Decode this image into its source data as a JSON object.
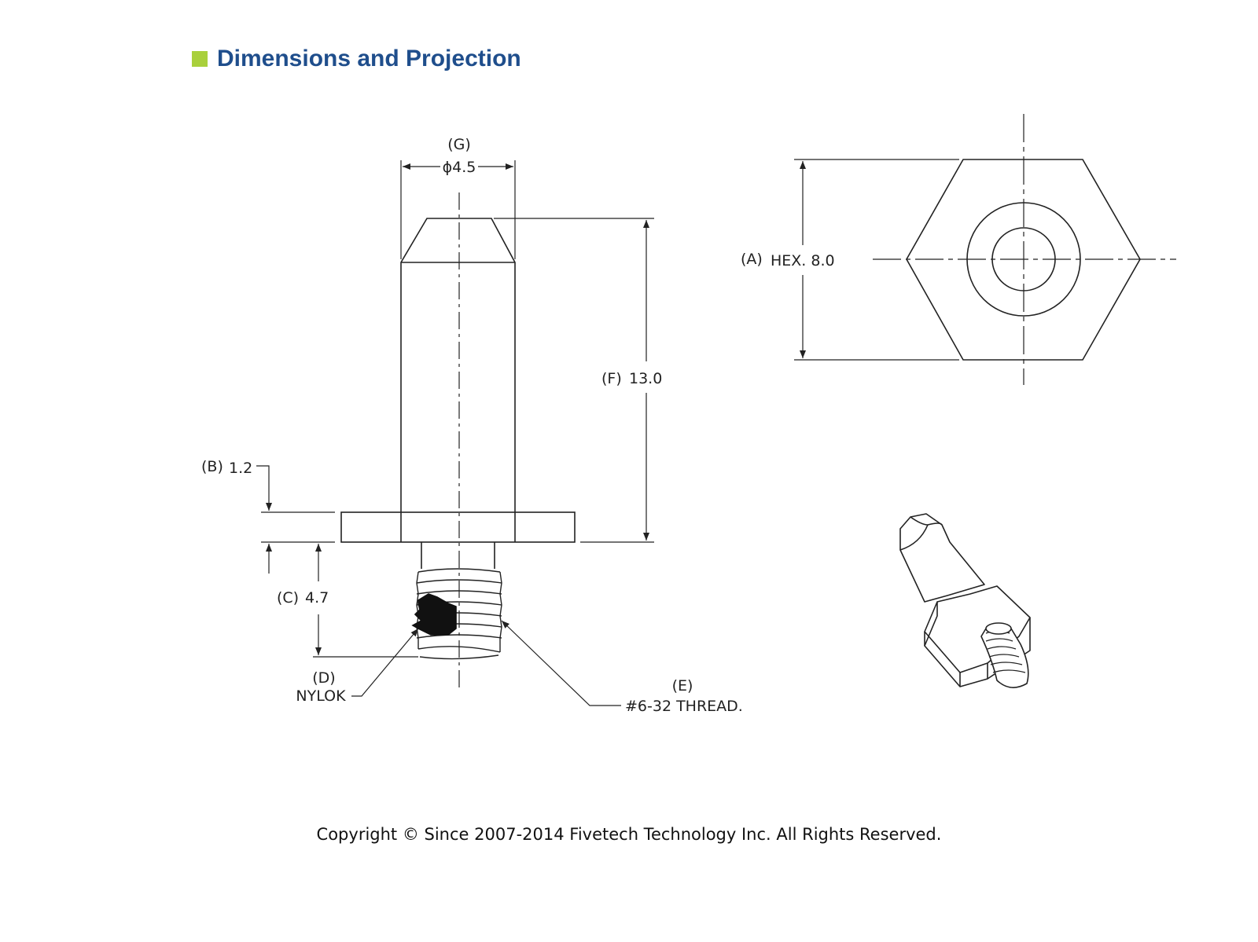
{
  "header": {
    "title": "Dimensions and Projection",
    "bullet_color": "#a9d03c",
    "title_color": "#1f4e8c"
  },
  "labels": {
    "g_tag": "(G)",
    "g_value": "ϕ4.5",
    "f_tag": "(F)",
    "f_value": "13.0",
    "b_tag": "(B)",
    "b_value": "1.2",
    "c_tag": "(C)",
    "c_value": "4.7",
    "d_tag": "(D)",
    "d_value": "NYLOK",
    "e_tag": "(E)",
    "e_value": "#6-32 THREAD.",
    "a_tag": "(A)",
    "a_value": "HEX. 8.0"
  },
  "footer": {
    "copyright": "Copyright © Since 2007-2014 Fivetech Technology Inc. All Rights Reserved."
  }
}
